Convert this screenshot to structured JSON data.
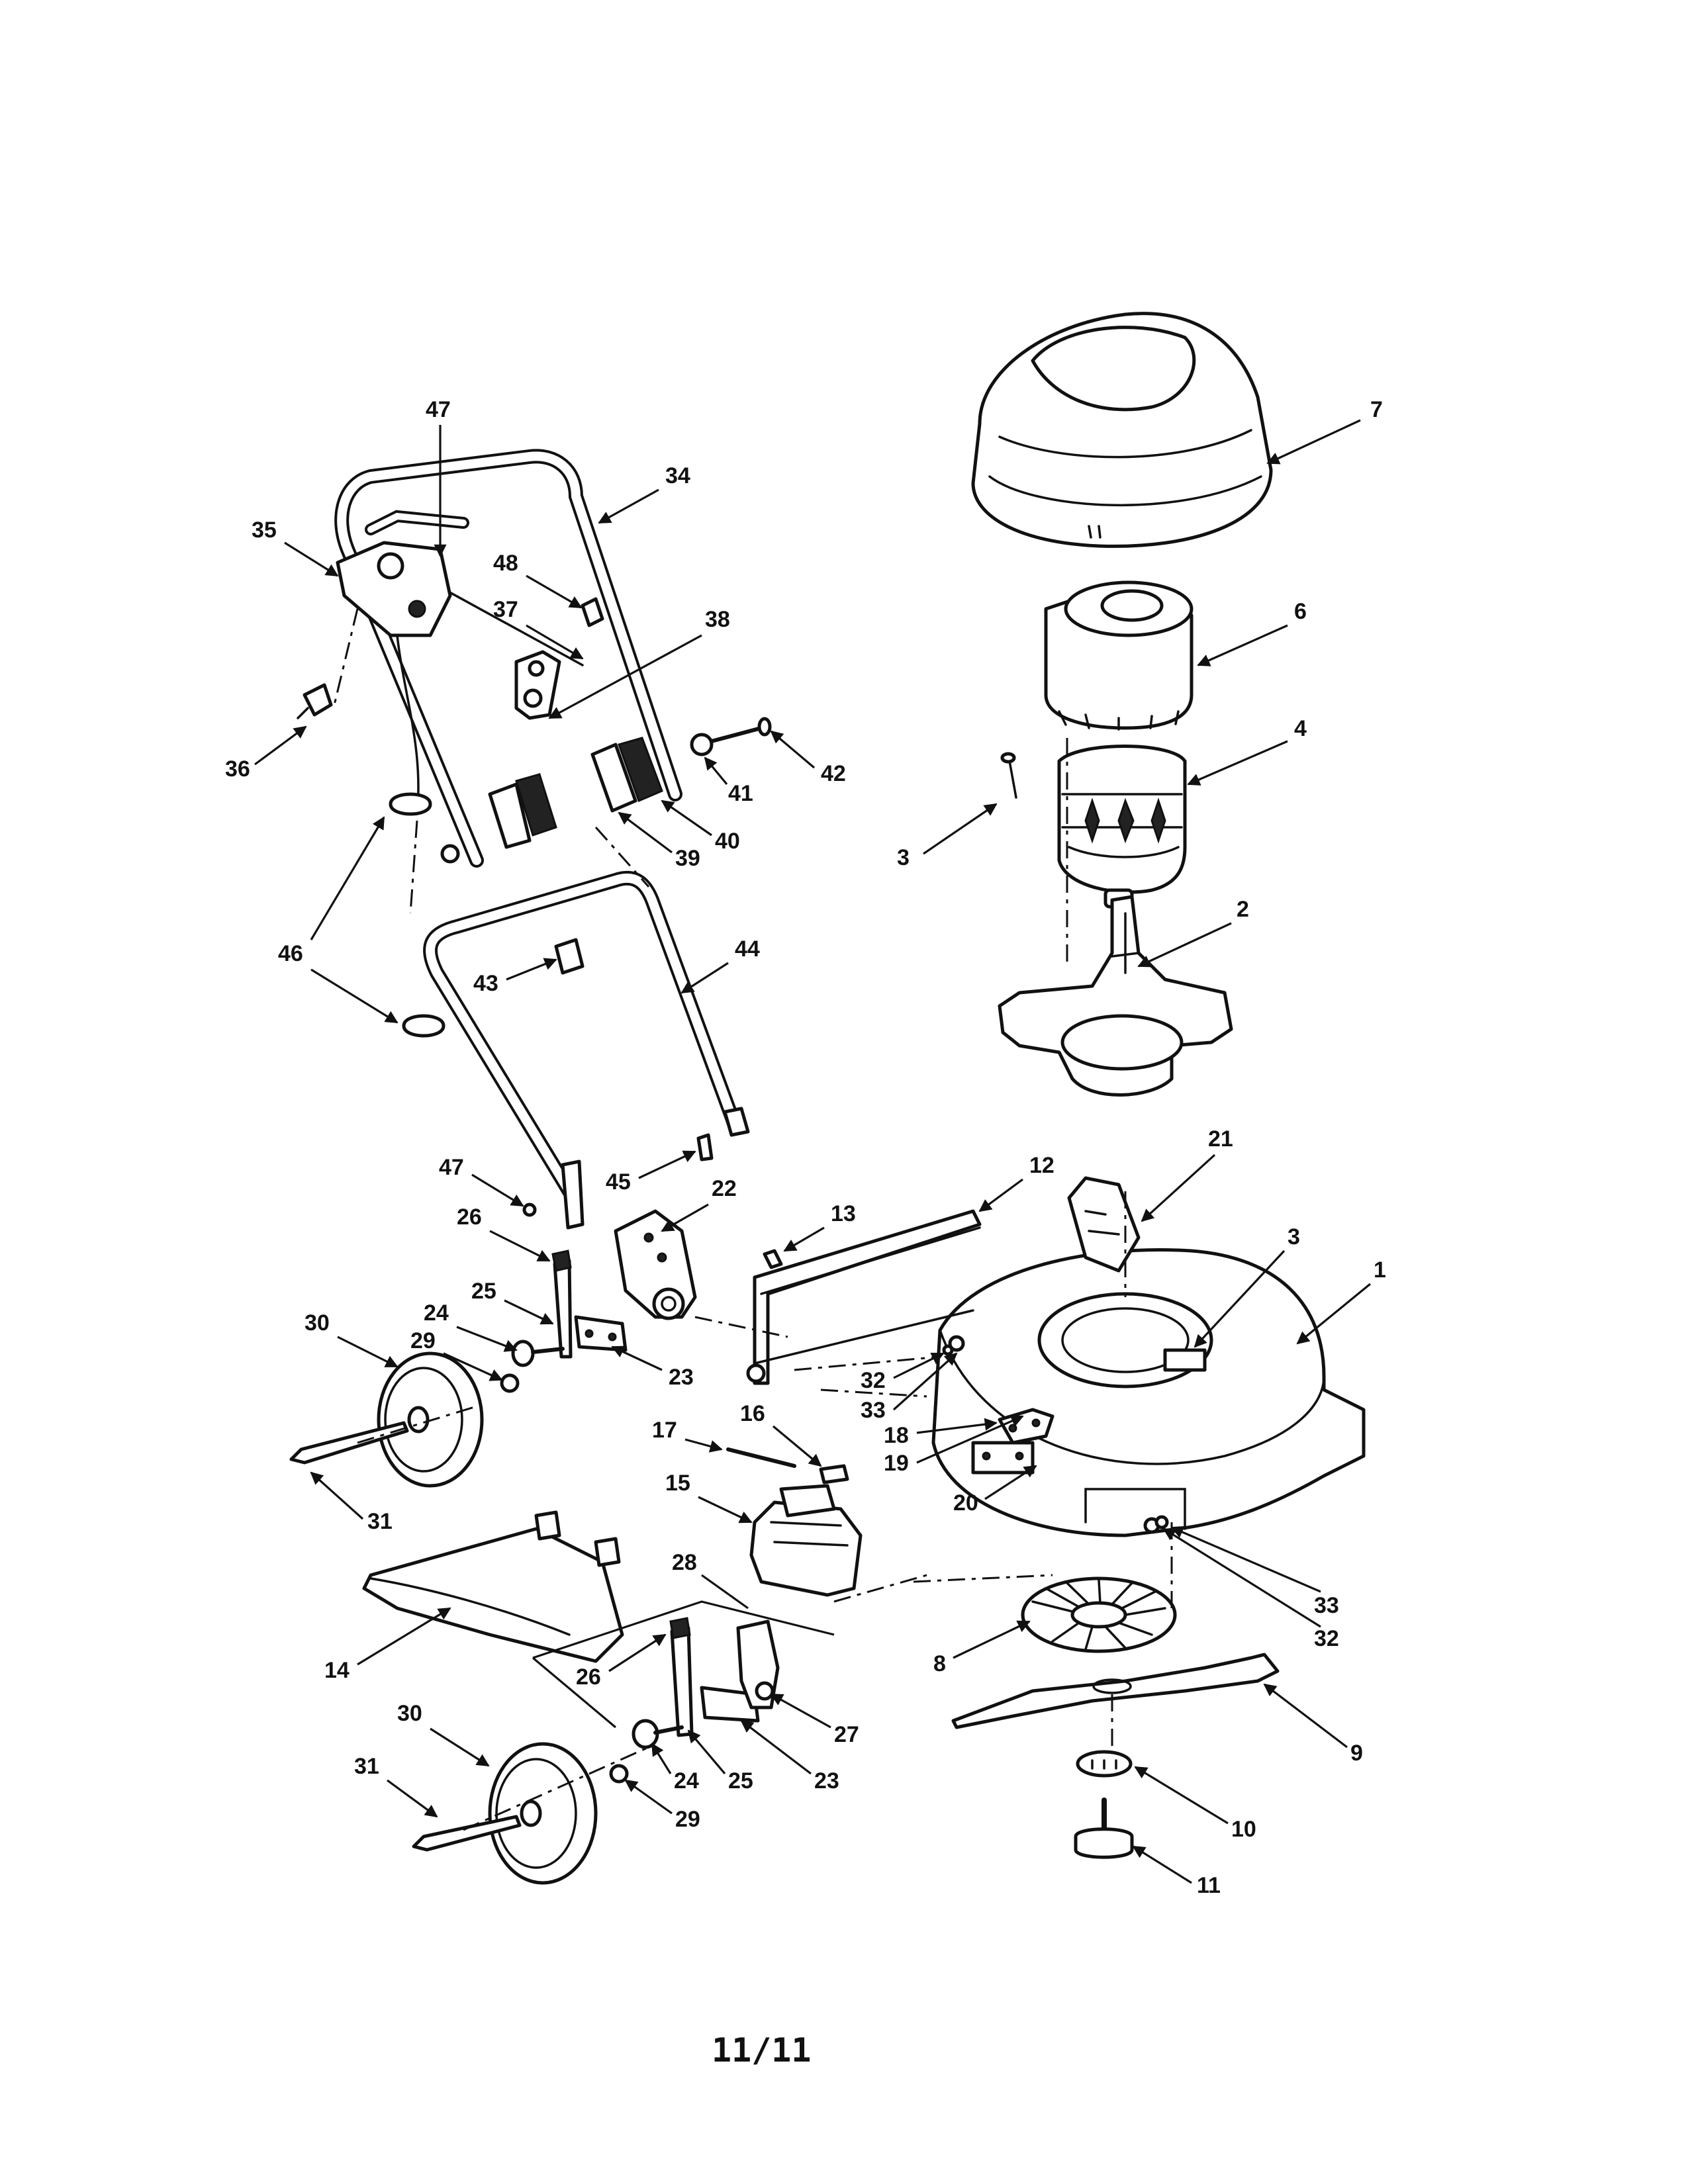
{
  "page_number": "11/11",
  "callouts": {
    "c1": "1",
    "c2": "2",
    "c3a": "3",
    "c3b": "3",
    "c4": "4",
    "c6": "6",
    "c7": "7",
    "c8": "8",
    "c9": "9",
    "c10": "10",
    "c11": "11",
    "c12": "12",
    "c13": "13",
    "c14": "14",
    "c15": "15",
    "c16": "16",
    "c17": "17",
    "c18": "18",
    "c19": "19",
    "c20": "20",
    "c21": "21",
    "c22": "22",
    "c23a": "23",
    "c23b": "23",
    "c24a": "24",
    "c24b": "24",
    "c25a": "25",
    "c25b": "25",
    "c26a": "26",
    "c26b": "26",
    "c27": "27",
    "c28": "28",
    "c29a": "29",
    "c29b": "29",
    "c30a": "30",
    "c30b": "30",
    "c31a": "31",
    "c31b": "31",
    "c32a": "32",
    "c32b": "32",
    "c33a": "33",
    "c33b": "33",
    "c34": "34",
    "c35": "35",
    "c36": "36",
    "c37": "37",
    "c38": "38",
    "c39": "39",
    "c40": "40",
    "c41": "41",
    "c42": "42",
    "c43": "43",
    "c44": "44",
    "c45": "45",
    "c46": "46",
    "c47a": "47",
    "c47b": "47",
    "c48": "48"
  }
}
